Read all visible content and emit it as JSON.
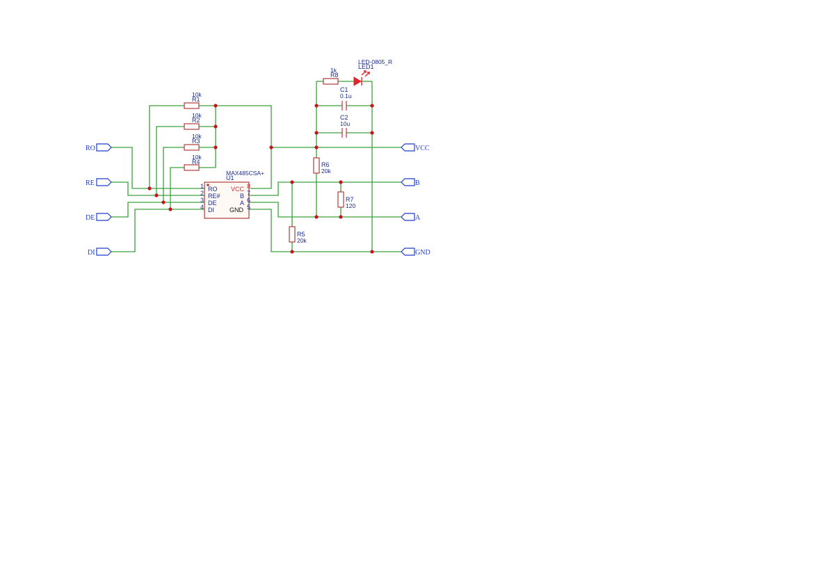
{
  "nets": {
    "RO": "RO",
    "RE": "RE",
    "DE": "DE",
    "DI": "DI",
    "VCC": "VCC",
    "B": "B",
    "A": "A",
    "GND": "GND"
  },
  "components": {
    "R1": {
      "ref": "R1",
      "value": "10k"
    },
    "R2": {
      "ref": "R2",
      "value": "10k"
    },
    "R3": {
      "ref": "R3",
      "value": "10k"
    },
    "R4": {
      "ref": "R4",
      "value": "10k"
    },
    "R5": {
      "ref": "R5",
      "value": "20k"
    },
    "R6": {
      "ref": "R6",
      "value": "20k"
    },
    "R7": {
      "ref": "R7",
      "value": "120"
    },
    "R8": {
      "ref": "R8",
      "value": "1k"
    },
    "C1": {
      "ref": "C1",
      "value": "0.1u"
    },
    "C2": {
      "ref": "C2",
      "value": "10u"
    },
    "LED1": {
      "ref": "LED1",
      "value": "LED-0805_R"
    },
    "U1": {
      "ref": "U1",
      "value": "MAX485CSA+",
      "pins": {
        "p1": {
          "num": "1",
          "name": "RO"
        },
        "p2": {
          "num": "2",
          "name": "RE#"
        },
        "p3": {
          "num": "3",
          "name": "DE"
        },
        "p4": {
          "num": "4",
          "name": "DI"
        },
        "p5": {
          "num": "5",
          "name": "GND"
        },
        "p6": {
          "num": "6",
          "name": "A"
        },
        "p7": {
          "num": "7",
          "name": "B"
        },
        "p8": {
          "num": "8",
          "name": "VCC"
        }
      }
    }
  },
  "colors": {
    "wire": "#3aa13a",
    "part": "#b23a3a",
    "junction": "#c4161b",
    "net_label": "#1f3ccf",
    "text": "#1a2a8c",
    "led": "#e0242a"
  }
}
